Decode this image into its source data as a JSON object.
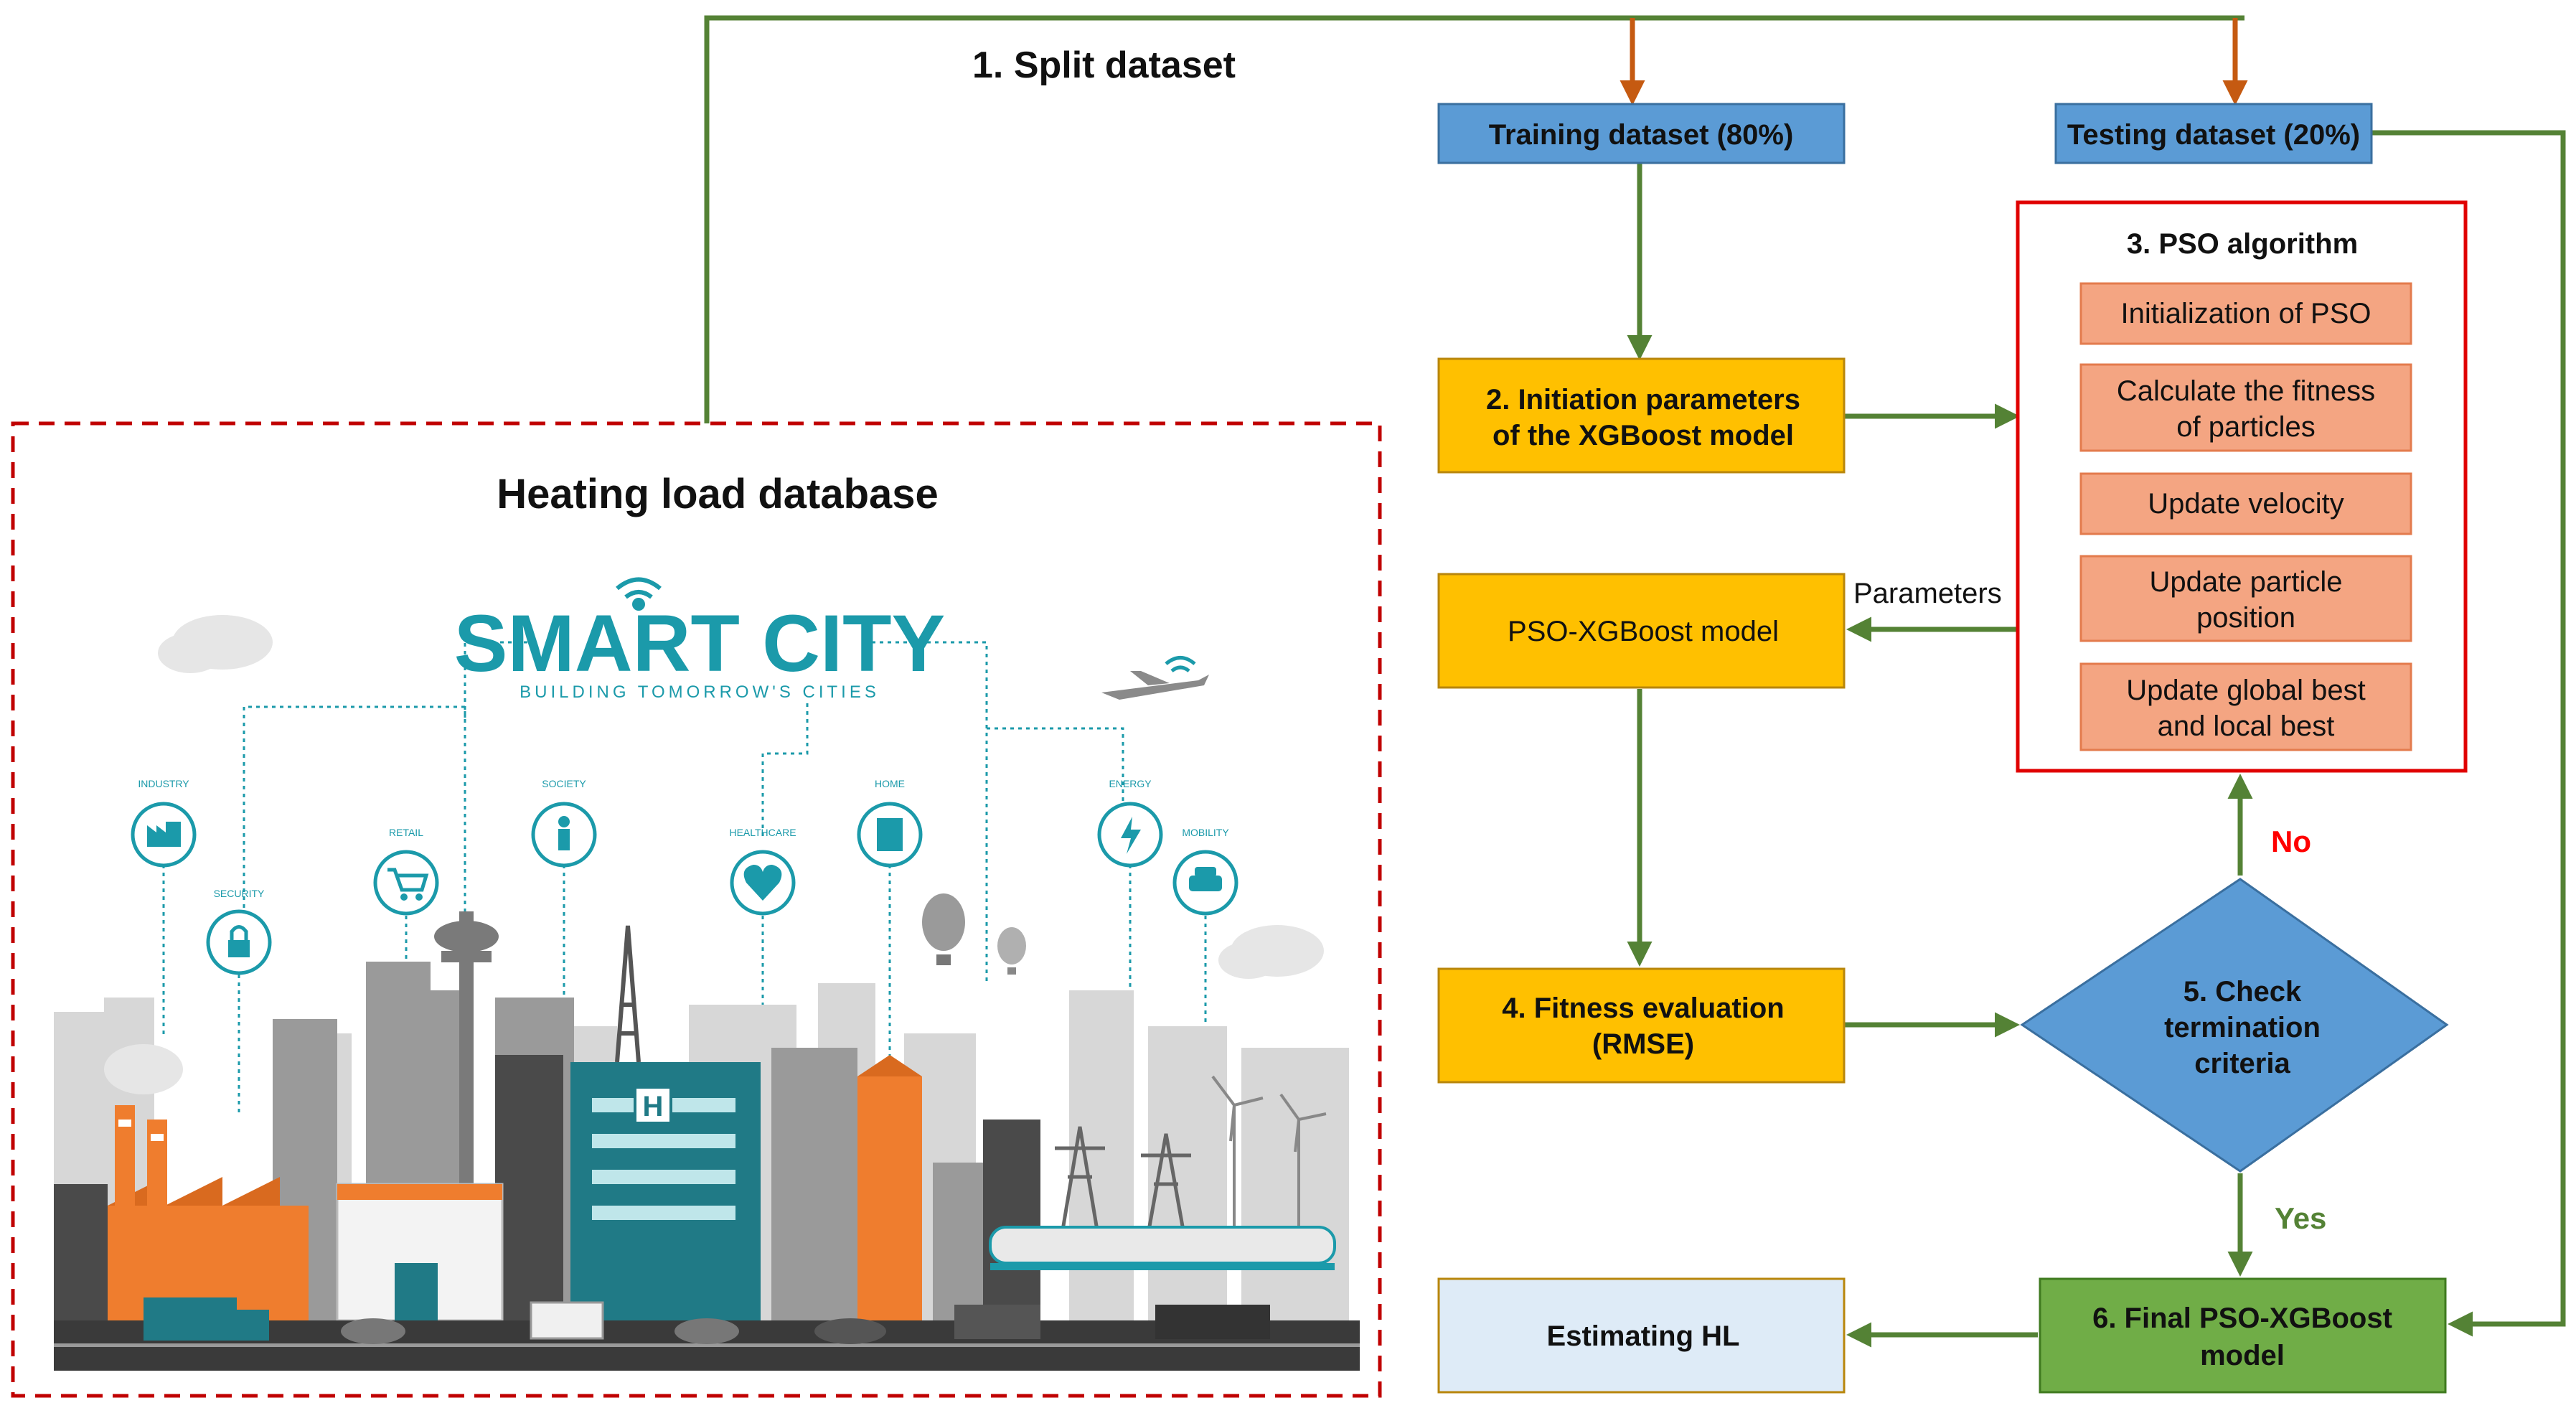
{
  "steps": {
    "split_label": "1. Split dataset",
    "training": "Training dataset (80%)",
    "testing": "Testing dataset (20%)",
    "init_params_line1": "2. Initiation parameters",
    "init_params_line2": "of the XGBoost model",
    "pso_xgb_model": "PSO-XGBoost model",
    "parameters_label": "Parameters",
    "fitness_line1": "4. Fitness evaluation",
    "fitness_line2": "(RMSE)",
    "check_line1": "5. Check",
    "check_line2": "termination",
    "check_line3": "criteria",
    "no_label": "No",
    "yes_label": "Yes",
    "final_line1": "6. Final PSO-XGBoost",
    "final_line2": "model",
    "estimating": "Estimating HL"
  },
  "pso": {
    "title": "3. PSO algorithm",
    "step1": "Initialization of PSO",
    "step2_line1": "Calculate the fitness",
    "step2_line2": "of particles",
    "step3": "Update velocity",
    "step4_line1": "Update particle",
    "step4_line2": "position",
    "step5_line1": "Update global best",
    "step5_line2": "and local best"
  },
  "database": {
    "title": "Heating load database",
    "logo_title": "SMART CITY",
    "logo_subtitle": "BUILDING TOMORROW'S CITIES",
    "icons": {
      "industry": "INDUSTRY",
      "security": "SECURITY",
      "retail": "RETAIL",
      "society": "SOCIETY",
      "healthcare": "HEALTHCARE",
      "home": "HOME",
      "energy": "ENERGY",
      "mobility": "MOBILITY"
    },
    "hospital_letter": "H"
  },
  "colors": {
    "blue_box": "#5b9bd5",
    "orange_box": "#ffc000",
    "green_box": "#70ad47",
    "light_blue_box": "#deebf7",
    "salmon_step": "#f4a582",
    "arrow_green": "#548235",
    "arrow_orange": "#c55a11",
    "pso_border": "#e00000",
    "db_border": "#c00000",
    "teal": "#1b9aaa",
    "city_orange": "#ef7d2e",
    "no_red": "#ff0000",
    "yes_green": "#548235"
  }
}
